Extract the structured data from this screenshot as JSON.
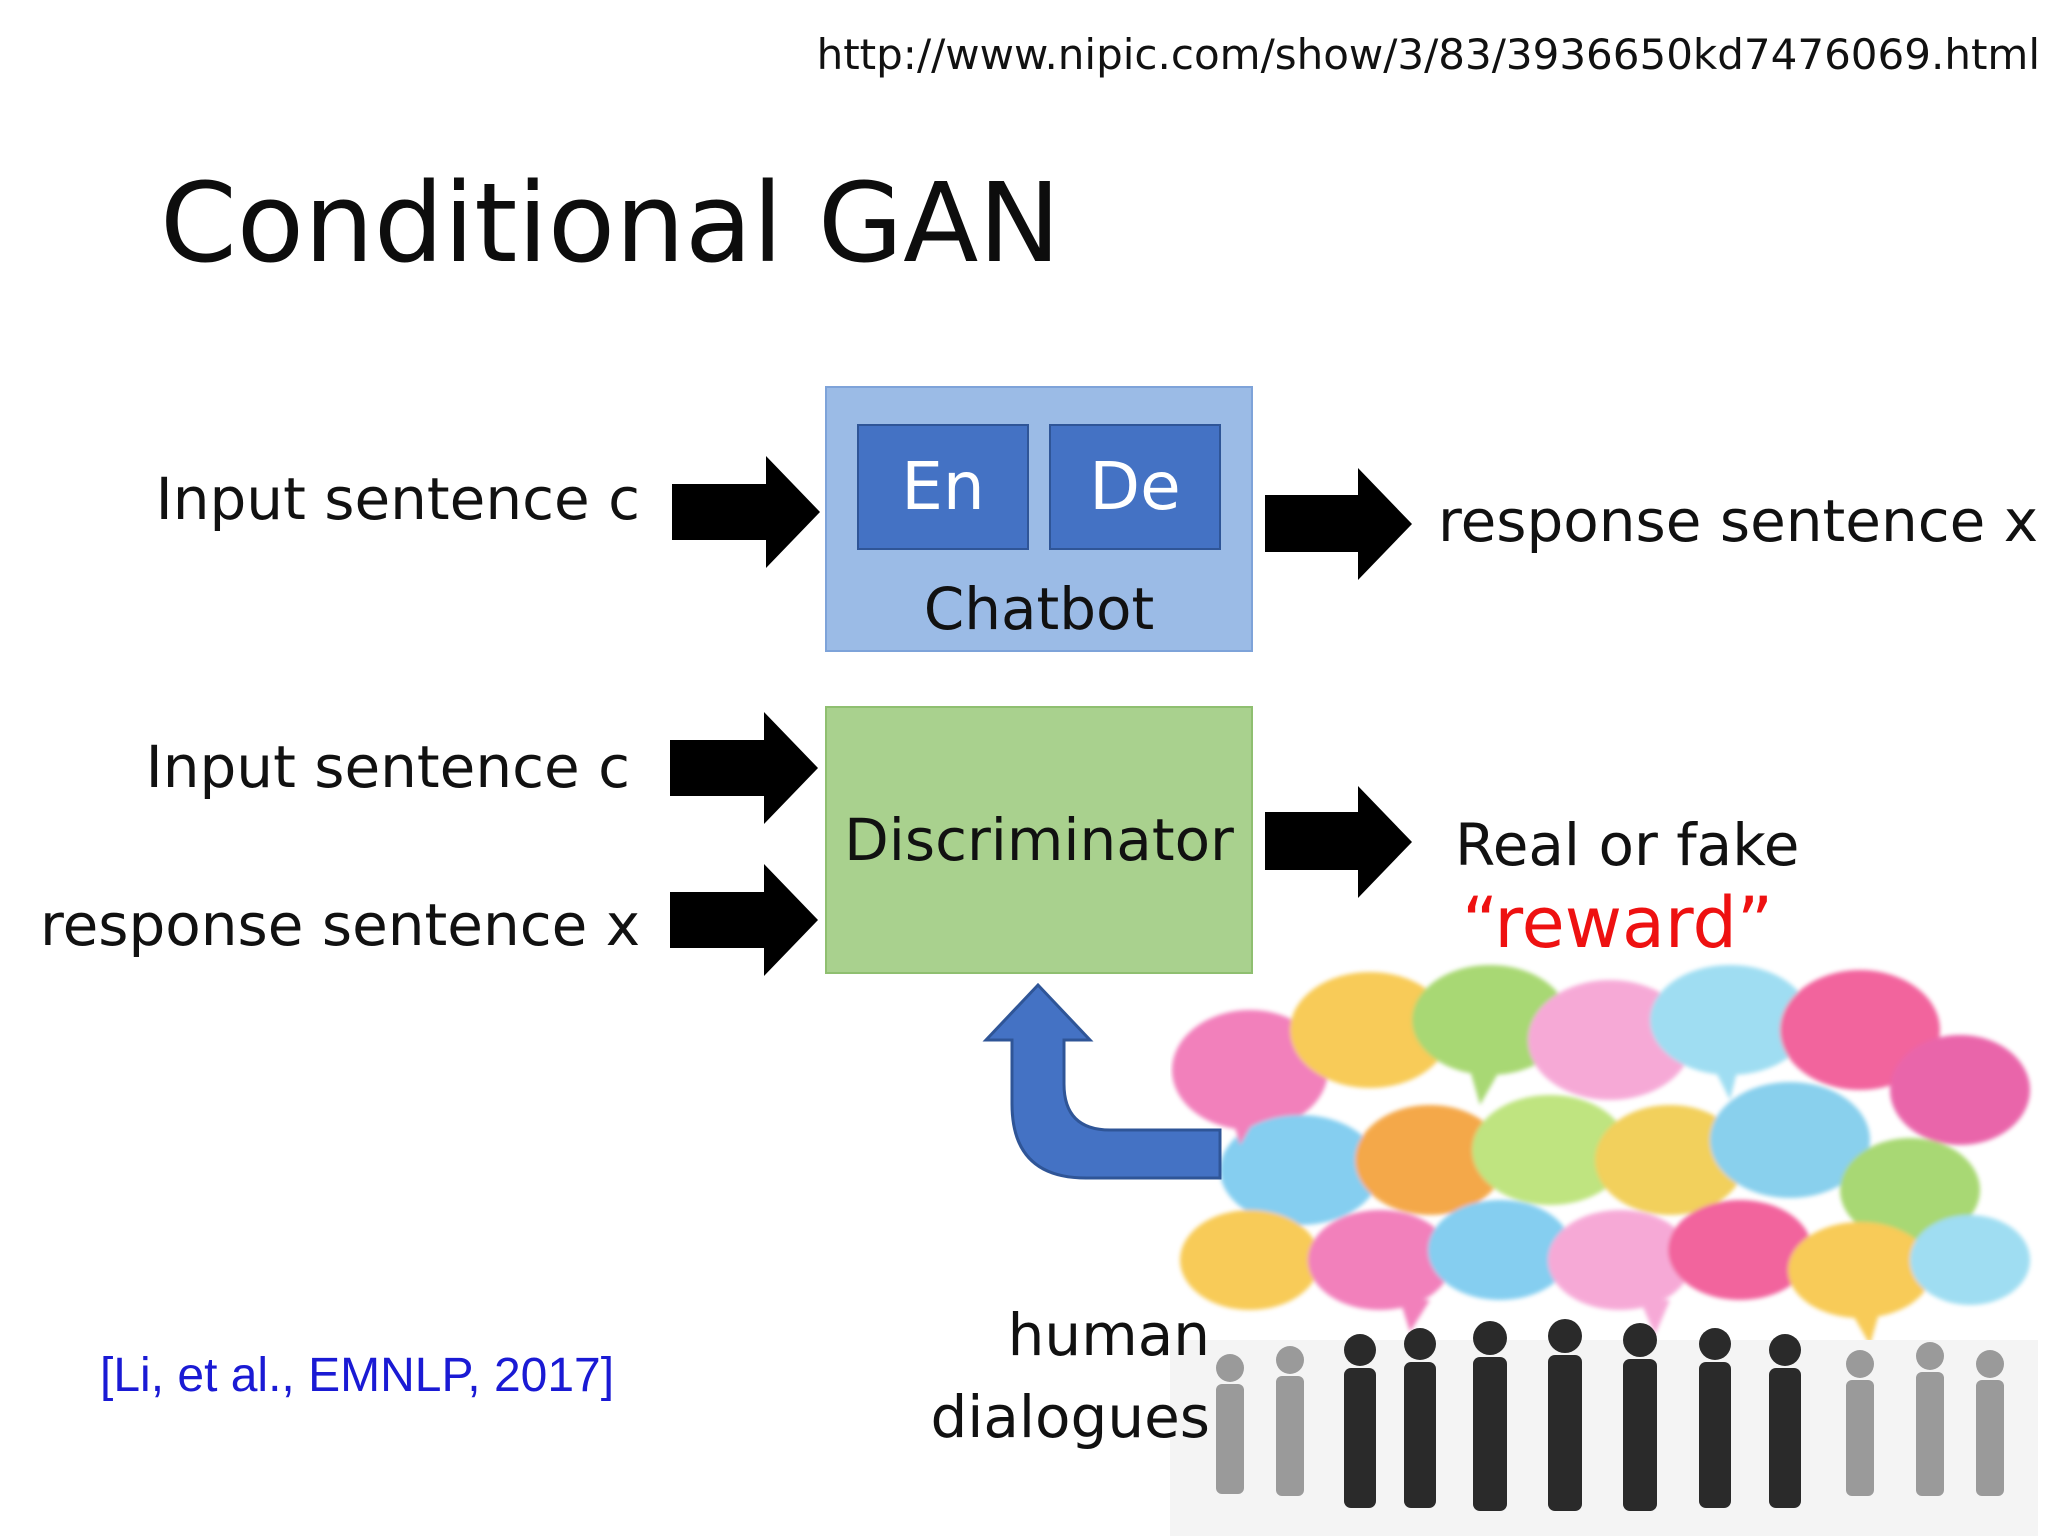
{
  "header": {
    "url": "http://www.nipic.com/show/3/83/3936650kd7476069.html"
  },
  "title": "Conditional GAN",
  "chatbot": {
    "input_label": "Input sentence c",
    "encoder_label": "En",
    "decoder_label": "De",
    "box_label": "Chatbot",
    "output_label": "response sentence x"
  },
  "discriminator": {
    "input_c_label": "Input sentence c",
    "input_x_label": "response sentence x",
    "box_label": "Discriminator",
    "output_label": "Real or fake",
    "reward_label": "“reward”"
  },
  "data_source": {
    "line1": "human",
    "line2": "dialogues"
  },
  "citation": "[Li, et al., EMNLP, 2017]",
  "colors": {
    "chatbot_bg": "#9bbbe6",
    "block_bg": "#4472c4",
    "discriminator_bg": "#a9d18e",
    "reward": "#ee1111",
    "citation": "#1a1ad4",
    "feedback_arrow": "#4472c4"
  },
  "icons": [
    "arrow-right-icon",
    "curved-up-arrow-icon",
    "speech-bubbles-crowd-image"
  ]
}
